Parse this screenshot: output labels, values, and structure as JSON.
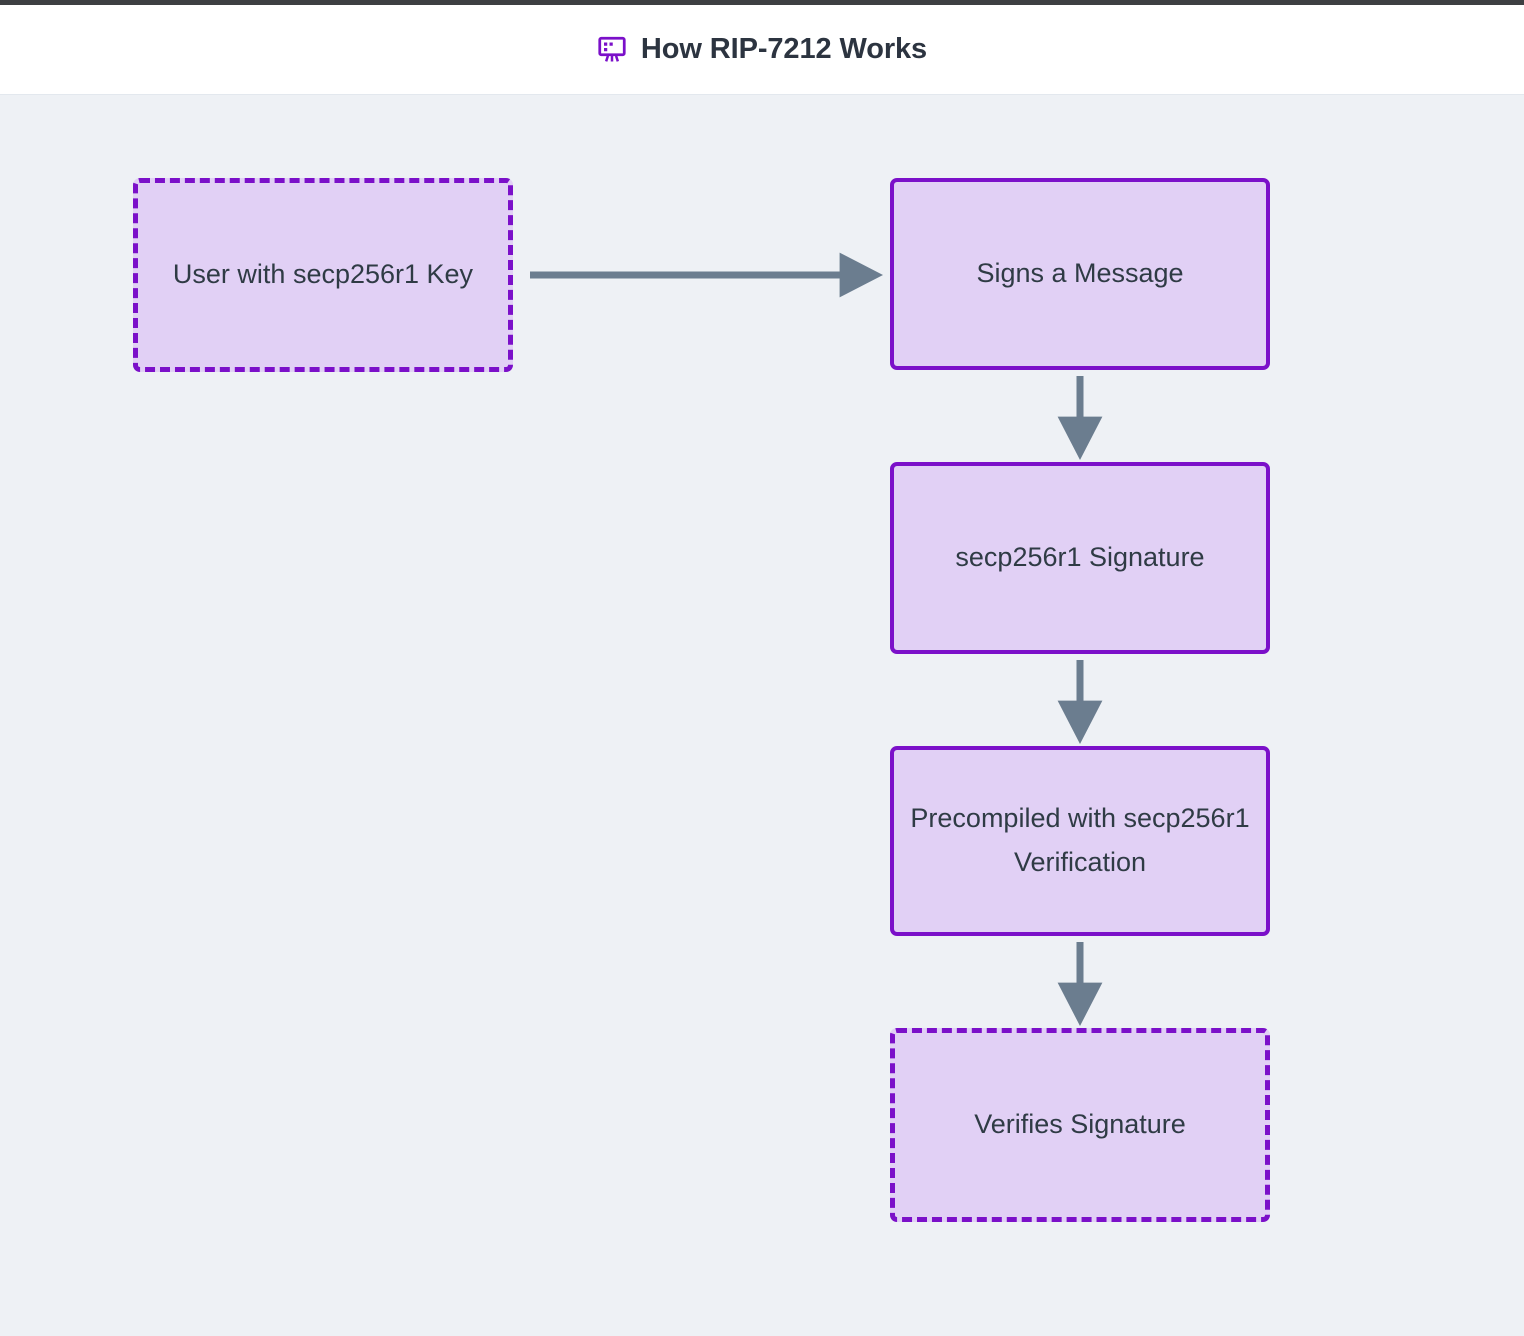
{
  "header": {
    "title": "How RIP-7212 Works",
    "icon": "presentation-board-icon"
  },
  "theme": {
    "page_background": "#eef1f5",
    "header_background": "#ffffff",
    "top_bar": "#3d3f42",
    "node_fill": "#e1d0f5",
    "node_border": "#7b10c9",
    "node_text": "#2f3b45",
    "edge_color": "#6b7d8f",
    "title_text": "#2c3440"
  },
  "diagram": {
    "type": "flowchart",
    "nodes": [
      {
        "id": "user",
        "label": "User with secp256r1 Key",
        "style": "dashed"
      },
      {
        "id": "signs",
        "label": "Signs a Message",
        "style": "solid"
      },
      {
        "id": "signature",
        "label": "secp256r1 Signature",
        "style": "solid"
      },
      {
        "id": "precompiled",
        "label": "Precompiled with secp256r1 Verification",
        "style": "solid"
      },
      {
        "id": "verifies",
        "label": "Verifies Signature",
        "style": "dashed"
      }
    ],
    "edges": [
      {
        "from": "user",
        "to": "signs",
        "direction": "right",
        "label": ""
      },
      {
        "from": "signs",
        "to": "signature",
        "direction": "down",
        "label": ""
      },
      {
        "from": "signature",
        "to": "precompiled",
        "direction": "down",
        "label": ""
      },
      {
        "from": "precompiled",
        "to": "verifies",
        "direction": "down",
        "label": ""
      }
    ]
  }
}
